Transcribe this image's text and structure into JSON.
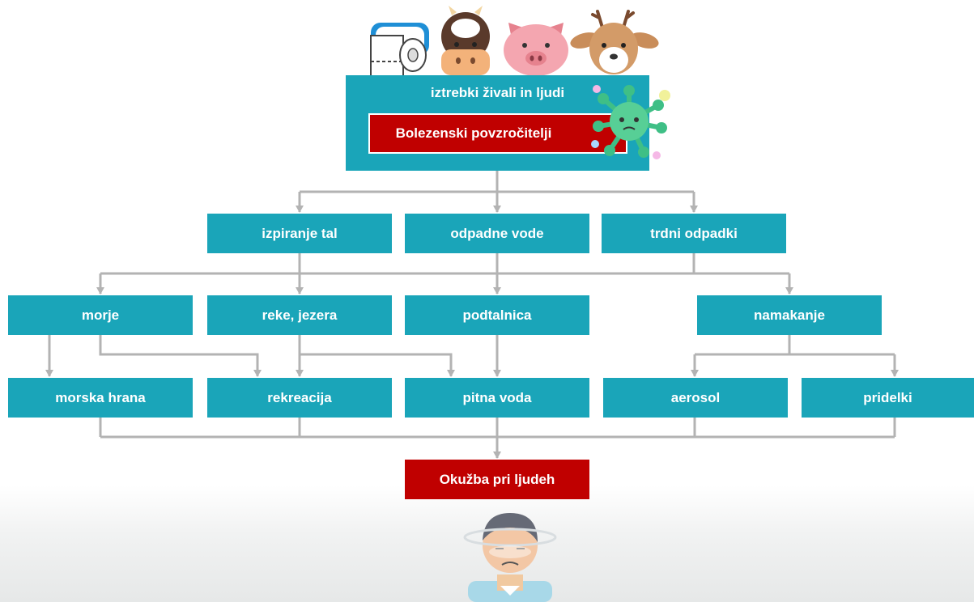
{
  "top": {
    "title": "iztrebki živali in ljudi",
    "pathogen": "Bolezenski povzročitelji"
  },
  "level1": [
    "izpiranje tal",
    "odpadne vode",
    "trdni odpadki"
  ],
  "level2": [
    "morje",
    "reke, jezera",
    "podtalnica",
    "namakanje"
  ],
  "level3": [
    "morska hrana",
    "rekreacija",
    "pitna voda",
    "aerosol",
    "pridelki"
  ],
  "result": "Okužba pri ljudeh",
  "colors": {
    "box": "#1aa5b9",
    "highlight": "#c00000",
    "connector": "#b3b3b3"
  },
  "icons": [
    "toilet-paper-icon",
    "cow-icon",
    "pig-icon",
    "deer-icon",
    "virus-icon",
    "sick-person-icon"
  ]
}
